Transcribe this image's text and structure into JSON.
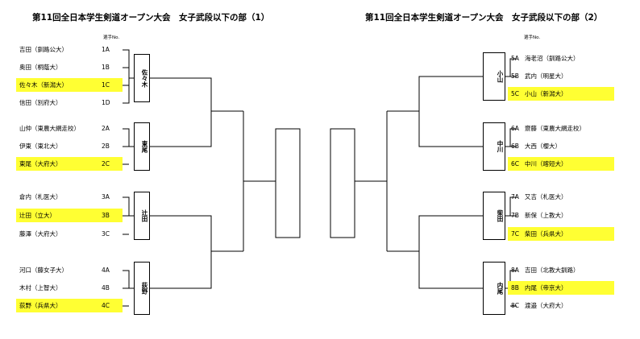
{
  "left": {
    "title": "第11回全日本学生剣道オープン大会　女子武段以下の部（1）",
    "col_header": "選手No.",
    "groups": [
      {
        "winner": "佐々木",
        "entries": [
          {
            "name": "吉田（釧路公大）",
            "id": "1A",
            "win": false
          },
          {
            "name": "奥田（桐蔭大）",
            "id": "1B",
            "win": false
          },
          {
            "name": "佐々木（新潟大）",
            "id": "1C",
            "win": true
          },
          {
            "name": "信田（別府大）",
            "id": "1D",
            "win": false
          }
        ]
      },
      {
        "winner": "東尾",
        "entries": [
          {
            "name": "山仲（東農大網走校）",
            "id": "2A",
            "win": false
          },
          {
            "name": "伊東（東北大）",
            "id": "2B",
            "win": false
          },
          {
            "name": "東尾（大府大）",
            "id": "2C",
            "win": true
          }
        ]
      },
      {
        "winner": "辻田",
        "entries": [
          {
            "name": "倉内（札医大）",
            "id": "3A",
            "win": false
          },
          {
            "name": "辻田（立大）",
            "id": "3B",
            "win": true
          },
          {
            "name": "藤澤（大府大）",
            "id": "3C",
            "win": false
          }
        ]
      },
      {
        "winner": "荻野",
        "entries": [
          {
            "name": "河口（藤女子大）",
            "id": "4A",
            "win": false
          },
          {
            "name": "木村（上智大）",
            "id": "4B",
            "win": false
          },
          {
            "name": "荻野（兵県大）",
            "id": "4C",
            "win": true
          }
        ]
      }
    ]
  },
  "right": {
    "title": "第11回全日本学生剣道オープン大会　女子武段以下の部（2）",
    "col_header": "選手No.",
    "groups": [
      {
        "winner": "小山",
        "entries": [
          {
            "name": "海老沼（釧路公大）",
            "id": "5A",
            "win": false
          },
          {
            "name": "武内（明星大）",
            "id": "5B",
            "win": false
          },
          {
            "name": "小山（新潟大）",
            "id": "5C",
            "win": true
          }
        ]
      },
      {
        "winner": "中川",
        "entries": [
          {
            "name": "齋藤（東農大網走校）",
            "id": "6A",
            "win": false
          },
          {
            "name": "大西（櫻大）",
            "id": "6B",
            "win": false
          },
          {
            "name": "中川（喀短大）",
            "id": "6C",
            "win": true
          }
        ]
      },
      {
        "winner": "柴田",
        "entries": [
          {
            "name": "又吉（札医大）",
            "id": "7A",
            "win": false
          },
          {
            "name": "新保（上教大）",
            "id": "7B",
            "win": false
          },
          {
            "name": "柴田（兵県大）",
            "id": "7C",
            "win": true
          }
        ]
      },
      {
        "winner": "内尾",
        "entries": [
          {
            "name": "吉田（北教大釧路）",
            "id": "8A",
            "win": false
          },
          {
            "name": "内尾（帝京大）",
            "id": "8B",
            "win": true
          },
          {
            "name": "渡邉（大府大）",
            "id": "8C",
            "win": false
          }
        ]
      }
    ]
  }
}
